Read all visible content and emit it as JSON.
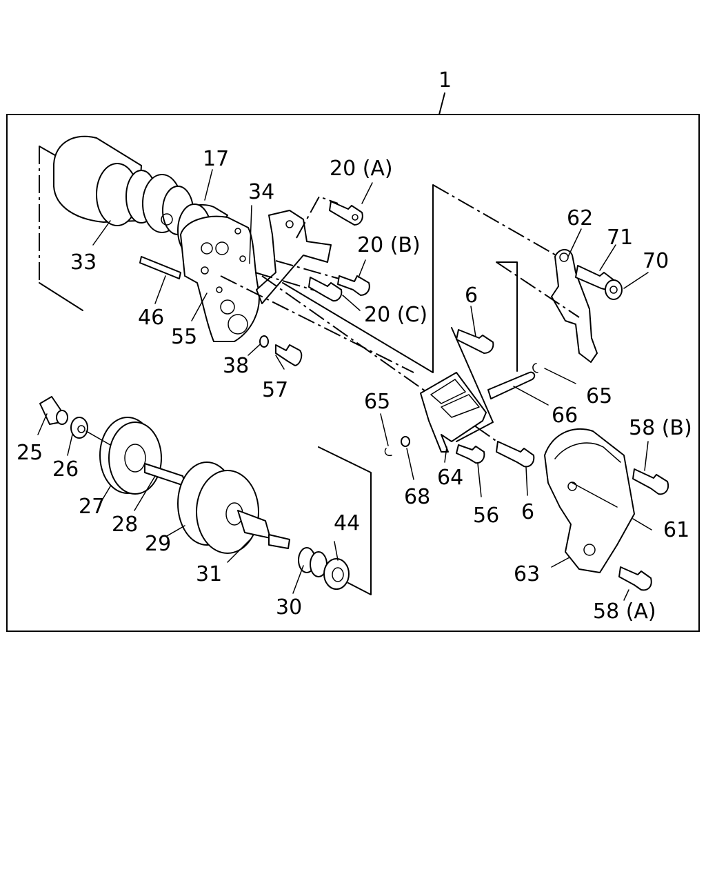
{
  "diagram": {
    "assembly_label": "1",
    "callouts": [
      "17",
      "33",
      "34",
      "46",
      "55",
      "38",
      "57",
      "20 (A)",
      "20 (B)",
      "20 (C)",
      "62",
      "71",
      "70",
      "6",
      "65",
      "66",
      "65",
      "58 (B)",
      "68",
      "64",
      "56",
      "6",
      "61",
      "63",
      "58 (A)",
      "25",
      "26",
      "27",
      "28",
      "29",
      "31",
      "30",
      "44"
    ]
  }
}
